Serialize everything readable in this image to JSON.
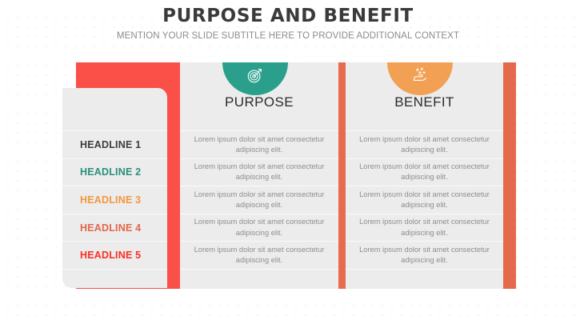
{
  "header": {
    "title": "PURPOSE AND BENEFIT",
    "subtitle": "MENTION YOUR SLIDE SUBTITLE HERE TO PROVIDE ADDITIONAL CONTEXT"
  },
  "colors": {
    "frame_left": "#fb5048",
    "frame_right": "#e56a4c",
    "panel_bg": "#ececec",
    "divider": "#e96b4f",
    "purpose_badge": "#2aa08c",
    "benefit_badge": "#f2a154",
    "title_text": "#3a3a3a",
    "subtitle_text": "#8c8c8c",
    "body_text": "#8e8e8e"
  },
  "columns": [
    {
      "id": "purpose",
      "header": "PURPOSE",
      "icon": "target-arrow-icon",
      "badge_color": "#2aa08c"
    },
    {
      "id": "benefit",
      "header": "BENEFIT",
      "icon": "hand-sparkles-icon",
      "badge_color": "#f2a154"
    }
  ],
  "rows": [
    {
      "headline": "HEADLINE 1",
      "headline_color": "#3c3c3c",
      "purpose": "Lorem ipsum dolor sit amet consectetur adipiscing elit.",
      "benefit": "Lorem ipsum dolor sit amet consectetur adipiscing elit."
    },
    {
      "headline": "HEADLINE 2",
      "headline_color": "#2a8f7e",
      "purpose": "Lorem ipsum dolor sit amet consectetur adipiscing elit.",
      "benefit": "Lorem ipsum dolor sit amet consectetur adipiscing elit."
    },
    {
      "headline": "HEADLINE 3",
      "headline_color": "#f2973d",
      "purpose": "Lorem ipsum dolor sit amet consectetur adipiscing elit.",
      "benefit": "Lorem ipsum dolor sit amet consectetur adipiscing elit."
    },
    {
      "headline": "HEADLINE 4",
      "headline_color": "#e3664a",
      "purpose": "Lorem ipsum dolor sit amet consectetur adipiscing elit.",
      "benefit": "Lorem ipsum dolor sit amet consectetur adipiscing elit."
    },
    {
      "headline": "HEADLINE 5",
      "headline_color": "#fb2f23",
      "purpose": "Lorem ipsum dolor sit amet consectetur adipiscing elit.",
      "benefit": "Lorem ipsum dolor sit amet consectetur adipiscing elit."
    }
  ]
}
